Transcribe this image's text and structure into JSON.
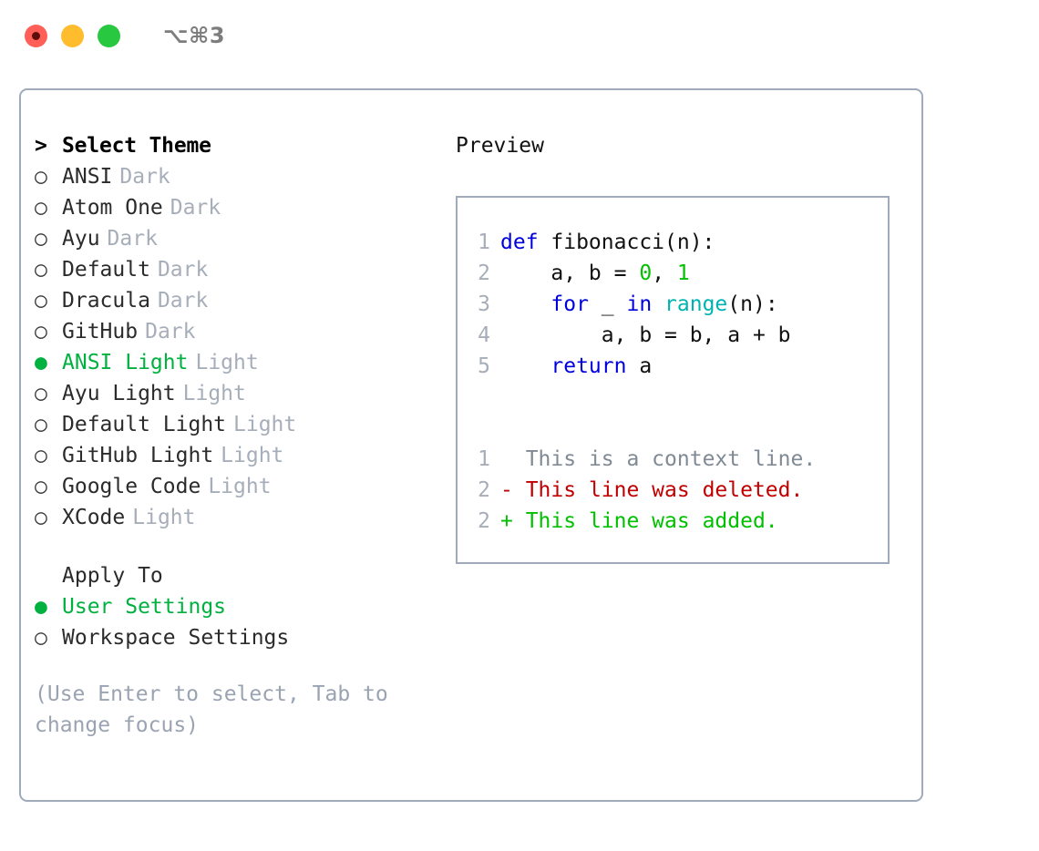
{
  "titlebar": {
    "lights": [
      "close-red",
      "minimize-yellow",
      "maximize-green"
    ],
    "shortcut": "⌥⌘3"
  },
  "theme_panel": {
    "header": {
      "marker": ">",
      "label": "Select Theme"
    },
    "markers": {
      "selected": "●",
      "unselected": "○"
    },
    "items": [
      {
        "marker": "○",
        "label": "ANSI",
        "mode": "Dark",
        "selected": false
      },
      {
        "marker": "○",
        "label": "Atom One",
        "mode": "Dark",
        "selected": false
      },
      {
        "marker": "○",
        "label": "Ayu",
        "mode": "Dark",
        "selected": false
      },
      {
        "marker": "○",
        "label": "Default",
        "mode": "Dark",
        "selected": false
      },
      {
        "marker": "○",
        "label": "Dracula",
        "mode": "Dark",
        "selected": false
      },
      {
        "marker": "○",
        "label": "GitHub",
        "mode": "Dark",
        "selected": false
      },
      {
        "marker": "●",
        "label": "ANSI Light",
        "mode": "Light",
        "selected": true
      },
      {
        "marker": "○",
        "label": "Ayu Light",
        "mode": "Light",
        "selected": false
      },
      {
        "marker": "○",
        "label": "Default Light",
        "mode": "Light",
        "selected": false
      },
      {
        "marker": "○",
        "label": "GitHub Light",
        "mode": "Light",
        "selected": false
      },
      {
        "marker": "○",
        "label": "Google Code",
        "mode": "Light",
        "selected": false
      },
      {
        "marker": "○",
        "label": "XCode",
        "mode": "Light",
        "selected": false
      }
    ]
  },
  "apply_to": {
    "header": "Apply To",
    "items": [
      {
        "marker": "●",
        "label": "User Settings",
        "selected": true
      },
      {
        "marker": "○",
        "label": "Workspace Settings",
        "selected": false
      }
    ]
  },
  "hint": "(Use Enter to select, Tab to change focus)",
  "preview": {
    "title": "Preview",
    "code_lines": [
      {
        "num": "1",
        "tokens": [
          {
            "t": "def ",
            "c": "kw"
          },
          {
            "t": "fibonacci(n):",
            "c": "txt"
          }
        ]
      },
      {
        "num": "2",
        "tokens": [
          {
            "t": "    a, b = ",
            "c": "txt"
          },
          {
            "t": "0",
            "c": "num"
          },
          {
            "t": ", ",
            "c": "txt"
          },
          {
            "t": "1",
            "c": "num"
          }
        ]
      },
      {
        "num": "3",
        "tokens": [
          {
            "t": "    ",
            "c": "txt"
          },
          {
            "t": "for",
            "c": "kw"
          },
          {
            "t": " _ ",
            "c": "txt"
          },
          {
            "t": "in",
            "c": "kw"
          },
          {
            "t": " ",
            "c": "txt"
          },
          {
            "t": "range",
            "c": "fn"
          },
          {
            "t": "(n):",
            "c": "txt"
          }
        ]
      },
      {
        "num": "4",
        "tokens": [
          {
            "t": "        a, b = b, a + b",
            "c": "txt"
          }
        ]
      },
      {
        "num": "5",
        "tokens": [
          {
            "t": "    ",
            "c": "txt"
          },
          {
            "t": "return",
            "c": "kw"
          },
          {
            "t": " a",
            "c": "txt"
          }
        ]
      }
    ],
    "diff_lines": [
      {
        "num": "1",
        "sign": "  ",
        "text": "This is a context line.",
        "kind": "ctx"
      },
      {
        "num": "2",
        "sign": "- ",
        "text": "This line was deleted.",
        "kind": "del"
      },
      {
        "num": "2",
        "sign": "+ ",
        "text": "This line was added.",
        "kind": "add"
      }
    ]
  },
  "colors": {
    "accent_green": "#00b140",
    "border": "#9fabba",
    "muted": "#a6aeba",
    "hint": "#9aa3b2",
    "keyword": "#0000dd",
    "function": "#00b3b3",
    "number": "#00c000",
    "text": "#111111",
    "diff_context": "#808a94",
    "diff_deleted": "#c00000",
    "diff_added": "#00c000",
    "light_red": "#ff5f57",
    "light_yellow": "#ffbd2e",
    "light_green": "#28c840"
  }
}
